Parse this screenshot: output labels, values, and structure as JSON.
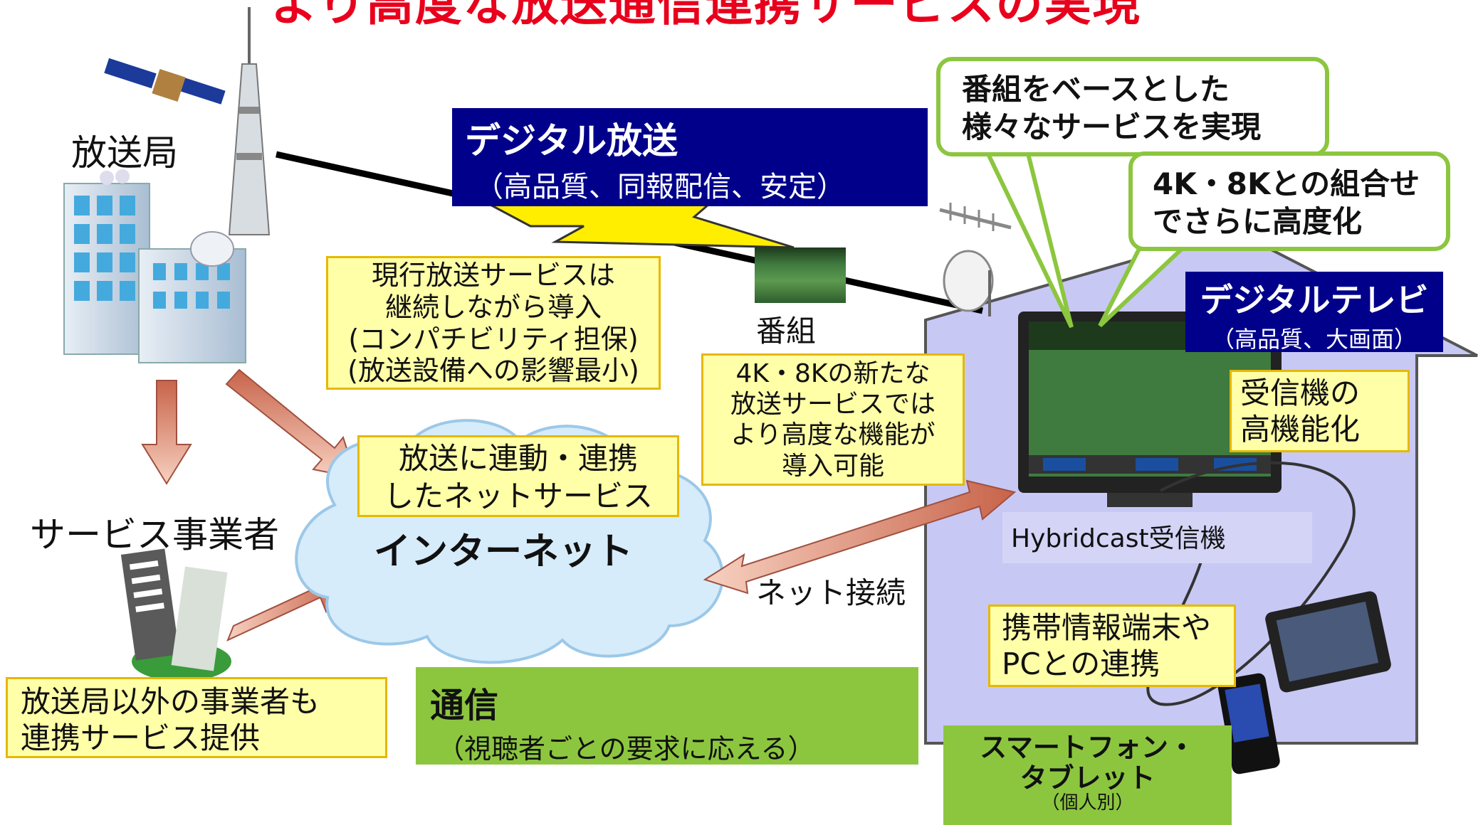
{
  "title_partial": "より高度な放送通信連携サービスの実現",
  "broadcaster": {
    "label": "放送局"
  },
  "service_provider": {
    "label": "サービス事業者"
  },
  "digital_broadcast": {
    "title": "デジタル放送",
    "subtitle": "（高品質、同報配信、安定）"
  },
  "program_label": "番組",
  "compat_note": {
    "lines": [
      "現行放送サービスは",
      "継続しながら導入",
      "(コンパチビリティ担保)",
      "(放送設備への影響最小)"
    ]
  },
  "advanced_note": {
    "lines": [
      "4K・8Kの新たな",
      "放送サービスでは",
      "より高度な機能が",
      "導入可能"
    ]
  },
  "linked_service": {
    "lines": [
      "放送に連動・連携",
      "したネットサービス"
    ]
  },
  "internet_label": "インターネット",
  "net_connection_label": "ネット接続",
  "other_providers": {
    "lines": [
      "放送局以外の事業者も",
      "連携サービス提供"
    ]
  },
  "communication": {
    "title": "通信",
    "subtitle": "（視聴者ごとの要求に応える）"
  },
  "bubble_program": {
    "lines": [
      "番組をベースとした",
      "様々なサービスを実現"
    ]
  },
  "bubble_4k8k": {
    "lines": [
      "4K・8Kとの組合せ",
      "でさらに高度化"
    ]
  },
  "digital_tv": {
    "title": "デジタルテレビ",
    "subtitle": "（高品質、大画面）"
  },
  "receiver_upgrade": {
    "lines": [
      "受信機の",
      "高機能化"
    ]
  },
  "hybridcast_label": "Hybridcast受信機",
  "mobile_link": {
    "lines": [
      "携帯情報端末や",
      "PCとの連携"
    ]
  },
  "smartphone": {
    "line1": "スマートフォン・",
    "line2": "タブレット",
    "line3": "（個人別）"
  },
  "colors": {
    "navy": "#00008b",
    "green": "#8cc63f",
    "yellow": "#ffffa8",
    "house": "#c8c8f5",
    "cloud": "#d6ecfa",
    "arrow": "#c8644a",
    "title_red": "#e8001c"
  }
}
